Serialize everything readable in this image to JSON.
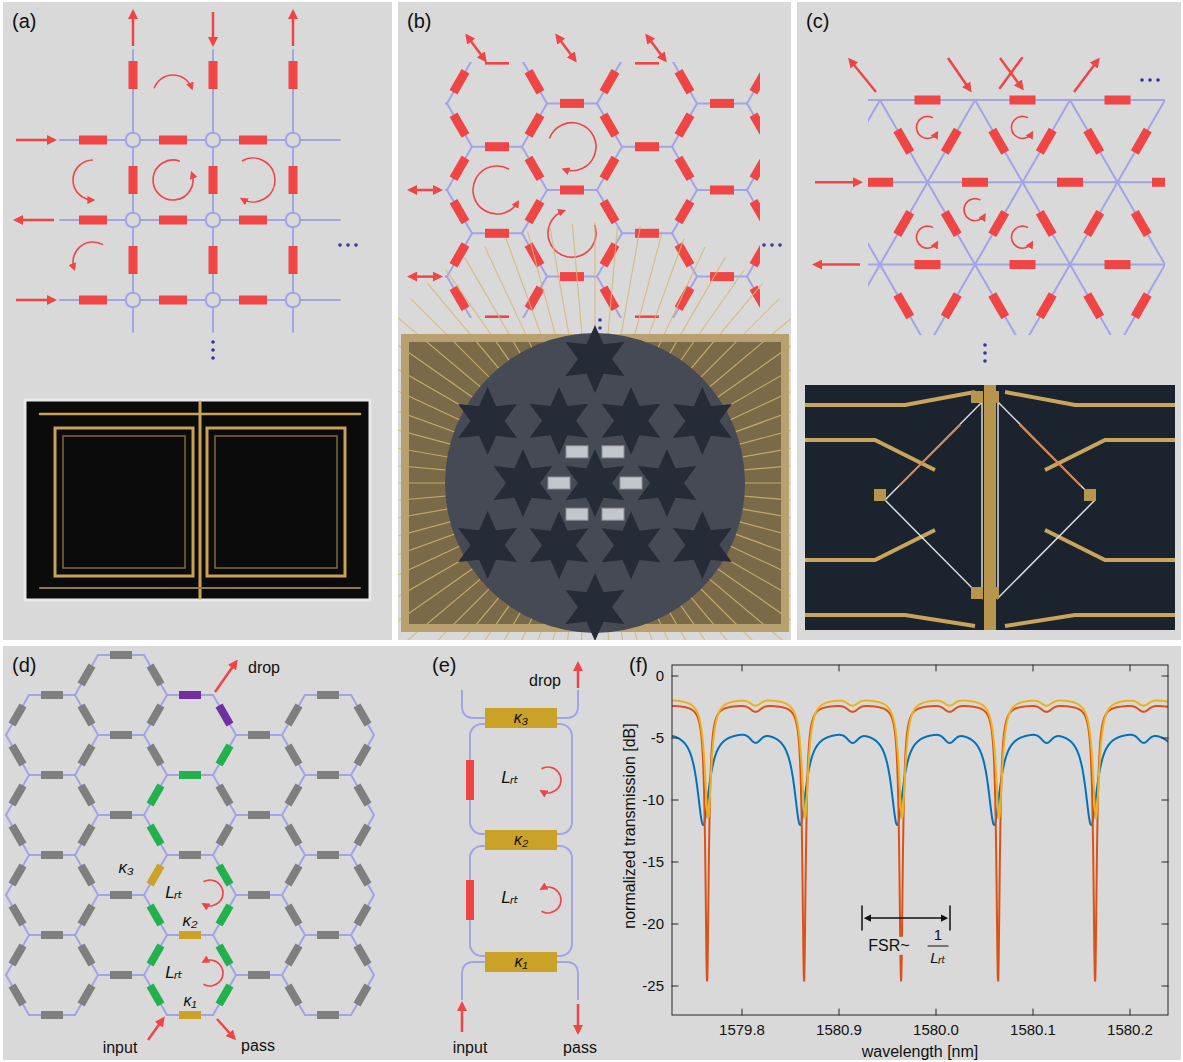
{
  "diagram": {
    "nodes": [
      {
        "text": [
          "(a)"
        ]
      },
      {
        "text": [
          "(b)"
        ]
      },
      {
        "text": [
          "(c)"
        ]
      },
      {
        "text": [
          "(d)"
        ]
      },
      {
        "text": [
          "(e)"
        ]
      },
      {
        "text": [
          "(f)"
        ]
      }
    ],
    "labels": [
      "drop",
      "κ₃",
      "Lᵣₜ",
      "κ₂",
      "Lᵣₜ",
      "κ₁",
      "input",
      "pass",
      "drop",
      "κ₃",
      "Lᵣₜ",
      "κ₂",
      "Lᵣₜ",
      "κ₁",
      "input",
      "pass",
      "0",
      "-5",
      "-10",
      "-15",
      "-20",
      "-25",
      "1579.8",
      "1580.9",
      "1580.0",
      "1580.1",
      "1580.2",
      "normalized transmission [dB]",
      "wavelength [nm]",
      "FSR~",
      "1",
      "Lᵣₜ"
    ]
  }
}
